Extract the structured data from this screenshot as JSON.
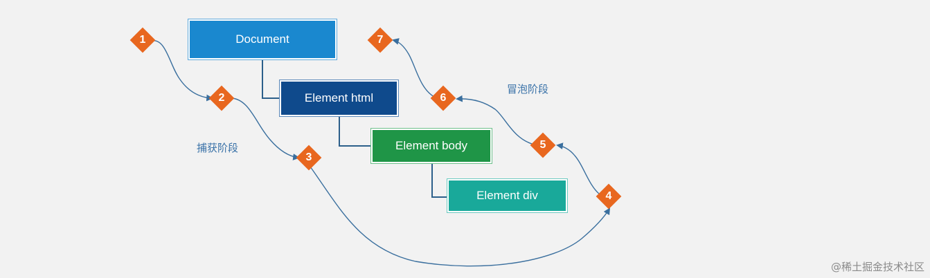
{
  "nodes": {
    "document": "Document",
    "html": "Element html",
    "body": "Element body",
    "div": "Element div"
  },
  "steps": [
    "1",
    "2",
    "3",
    "4",
    "5",
    "6",
    "7"
  ],
  "phases": {
    "capture": "捕获阶段",
    "bubble": "冒泡阶段"
  },
  "watermark": "@稀土掘金技术社区",
  "colors": {
    "background": "#f2f2f2",
    "document": "#1a88cf",
    "html": "#0f4a8c",
    "body": "#1f9547",
    "div": "#19a99a",
    "step_marker": "#e8671f",
    "arrow": "#3a6f9e",
    "phase_text": "#3a72a8"
  }
}
